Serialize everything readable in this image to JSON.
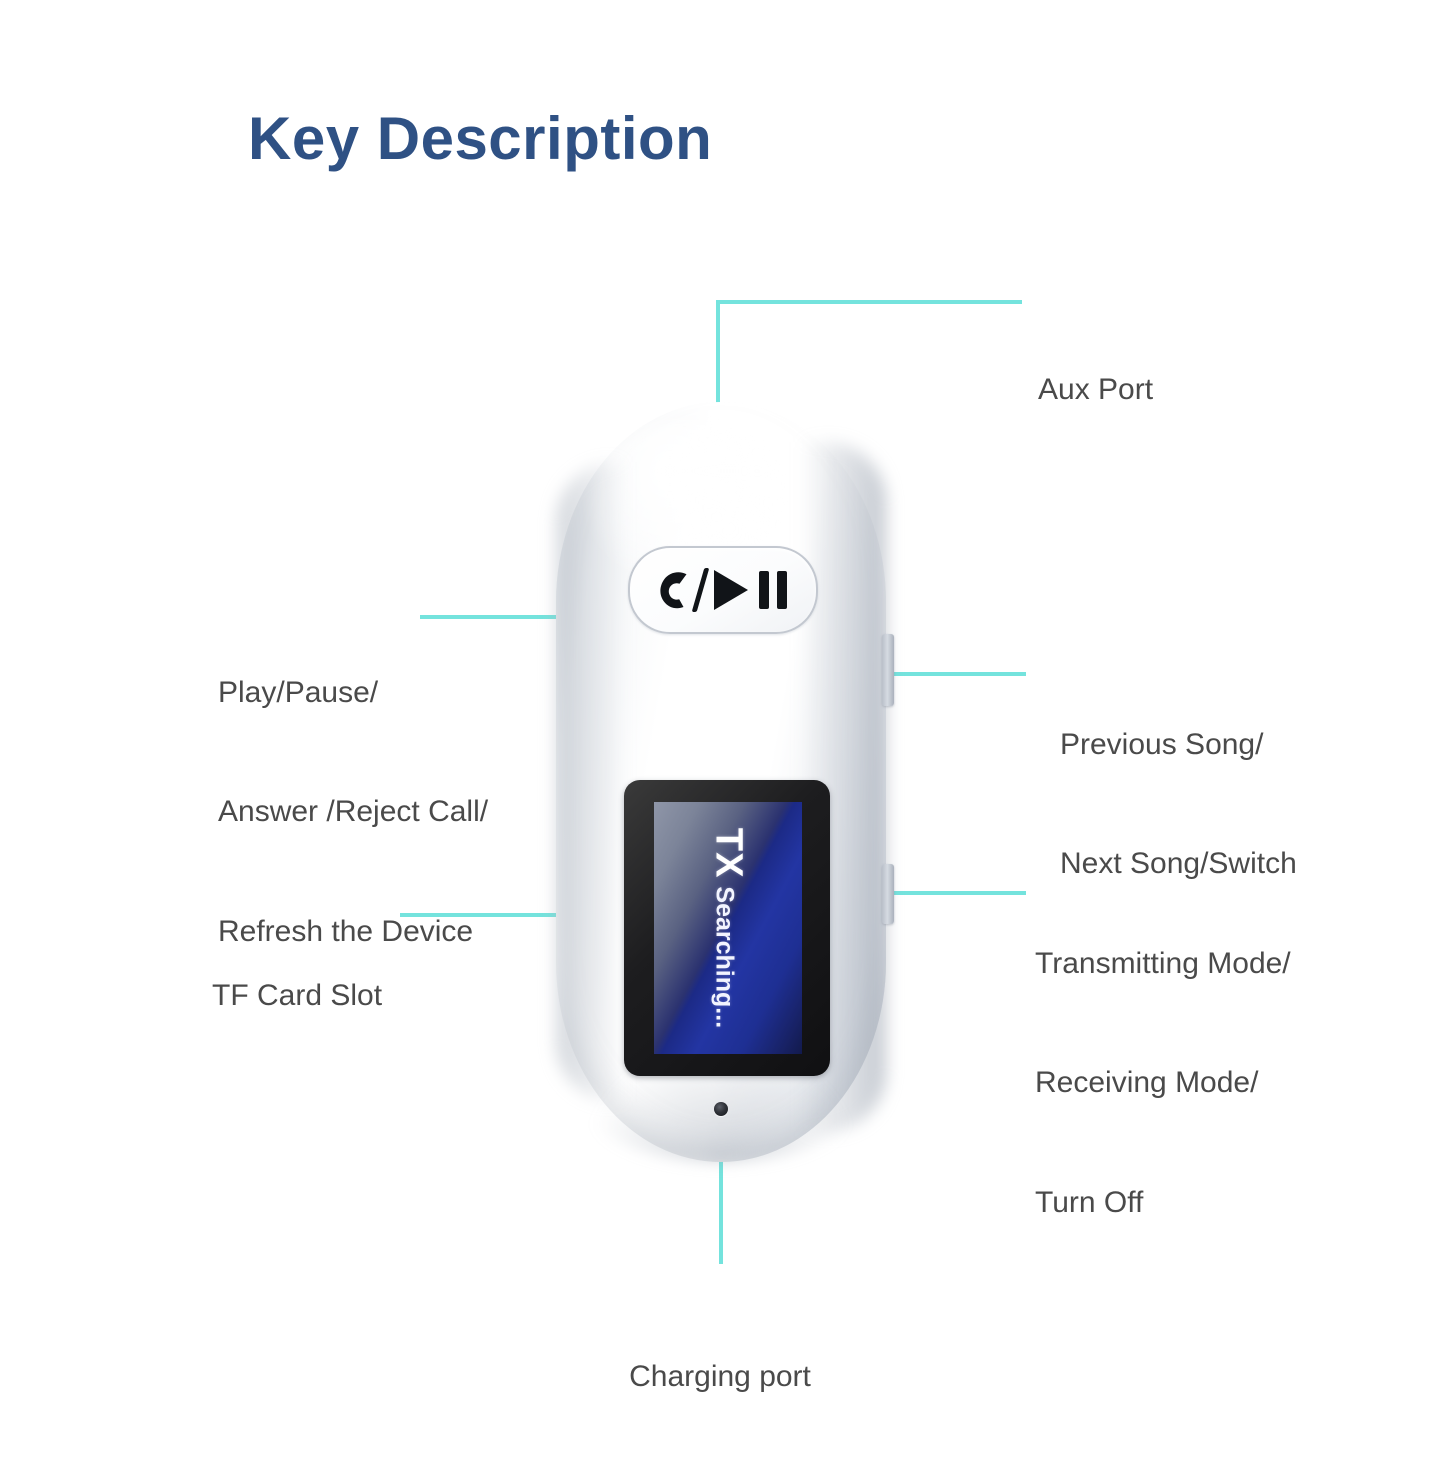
{
  "page": {
    "title": "Key Description",
    "title_color": "#2f5184",
    "background_color": "#ffffff",
    "leader_line_color": "#74e3dd",
    "label_color": "#4a4a4a"
  },
  "callouts": {
    "aux_port": {
      "label": "Aux Port"
    },
    "previous_next_song": {
      "line1": "Previous Song/",
      "line2": "Next Song/Switch"
    },
    "transmitting_mode": {
      "line1": "Transmitting Mode/",
      "line2": "Receiving Mode/",
      "line3": "Turn Off"
    },
    "play_pause": {
      "line1": "Play/Pause/",
      "line2": "Answer /Reject Call/",
      "line3": "Refresh the Device"
    },
    "tf_card_slot": {
      "label": "TF Card Slot"
    },
    "charging_port": {
      "label": "Charging port"
    }
  },
  "device": {
    "screen": {
      "mode": "TX",
      "status": "Searching...",
      "gradient_from": "#8f96a8",
      "gradient_to": "#121a4c"
    },
    "multifunction_button": {
      "icons": [
        "phone-handset-icon",
        "slash-icon",
        "play-icon",
        "pause-icon"
      ]
    },
    "side_buttons": [
      "song-switch-button",
      "mode-button"
    ],
    "bottom_port": "charging-port-hole",
    "body_color": "#ffffff"
  }
}
